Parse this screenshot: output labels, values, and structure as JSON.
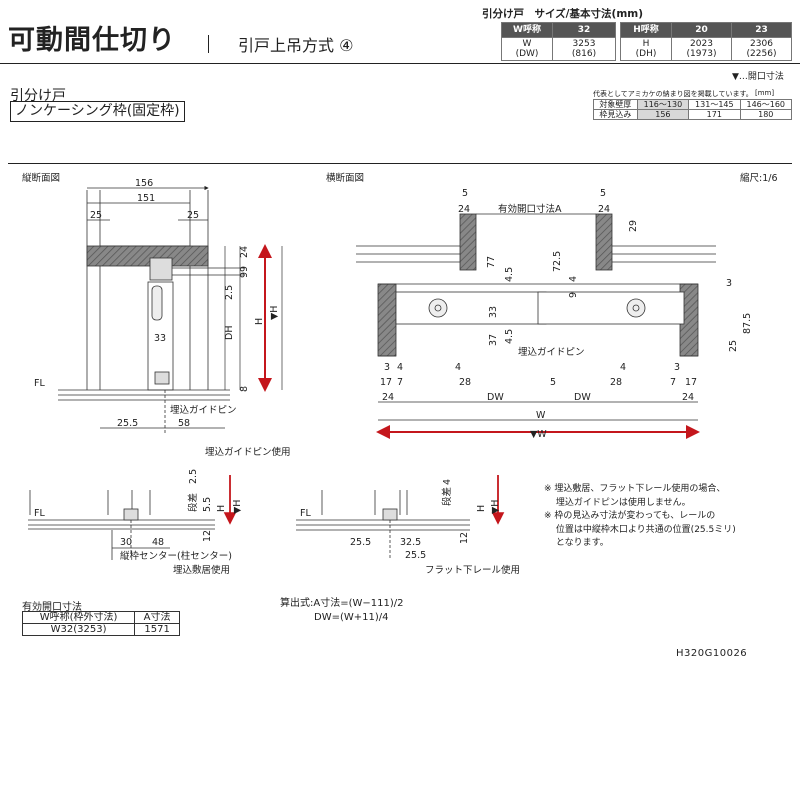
{
  "header": {
    "title": "可動間仕切り",
    "subtitle": "引戸上吊方式 ④"
  },
  "size_table": {
    "caption": "引分け戸　サイズ/基本寸法(mm)",
    "w_header": [
      "W呼称",
      "32"
    ],
    "w_row": [
      "W\n(DW)",
      "3253\n(816)"
    ],
    "h_header": [
      "H呼称",
      "20",
      "23"
    ],
    "h_row": [
      "H\n(DH)",
      "2023\n(1973)",
      "2306\n(2256)"
    ]
  },
  "legend_note": "▼…開口寸法",
  "section": {
    "type_label": "引分け戸",
    "frame_label": "ノンケーシング枠(固定枠)"
  },
  "thickness_table": {
    "note": "代表としてアミカケの納まり図を掲載しています。",
    "unit": "[mm]",
    "rows": [
      [
        "対象壁厚",
        "116～130",
        "131～145",
        "146～160"
      ],
      [
        "枠見込み",
        "156",
        "171",
        "180"
      ]
    ],
    "highlight_color": "#d8d8d8"
  },
  "drawing": {
    "vertical_label": "縦断面図",
    "horizontal_label": "横断面図",
    "scale": "縮尺:1/6",
    "accent_color": "#c4161c",
    "v_dims": {
      "w156": "156",
      "w151": "151",
      "w25a": "25",
      "w25b": "25",
      "d99": "99",
      "d24": "24",
      "d25": "2.5",
      "d33": "33",
      "d8": "8",
      "dh": "DH",
      "h": "H",
      "hv": "▼H",
      "fl": "FL",
      "b25": "25.5",
      "b58": "58",
      "pin": "埋込ガイドピン"
    },
    "h_dims": {
      "a5l": "5",
      "a24l": "24",
      "a5r": "5",
      "a24r": "24",
      "open": "有効開口寸法A",
      "d77": "77",
      "d45a": "4.5",
      "d725": "72.5",
      "d29": "29",
      "d9": "9",
      "d4": "4",
      "d33": "33",
      "d37": "37",
      "d45b": "4.5",
      "d3": "3",
      "d875": "87.5",
      "d25": "25",
      "pin": "埋込ガイドピン",
      "b3a": "3",
      "b4a": "4",
      "b17a": "17",
      "b7a": "7",
      "b28a": "28",
      "b4b": "4",
      "b28b": "28",
      "b5": "5",
      "b4c": "4",
      "b3c": "3",
      "b7c": "7",
      "b17c": "17",
      "b24a": "24",
      "b24b": "24",
      "dw1": "DW",
      "dw2": "DW",
      "w": "W",
      "wv": "▼W"
    },
    "detail1": {
      "caption": "埋込ガイドピン使用",
      "fl": "FL",
      "d25": "2.5",
      "step": "段差",
      "d55": "5.5",
      "d12": "12",
      "h": "H",
      "hv": "▼H",
      "d30": "30",
      "d48": "48",
      "center": "縦枠センター(柱センター)",
      "use": "埋込敷居使用"
    },
    "detail2": {
      "fl": "FL",
      "step": "段差",
      "d4": "4",
      "d12": "12",
      "h": "H",
      "hv": "▼H",
      "d255": "25.5",
      "d325": "32.5",
      "d255b": "25.5",
      "use": "フラット下レール使用"
    }
  },
  "notes": [
    "※ 埋込敷居、フラット下レール使用の場合、",
    "　 埋込ガイドピンは使用しません。",
    "※ 枠の見込み寸法が変わっても、レールの",
    "　 位置は中縦枠木口より共通の位置(25.5ミリ)",
    "　 となります。"
  ],
  "opening": {
    "caption": "有効開口寸法",
    "headers": [
      "W呼称(枠外寸法)",
      "A寸法"
    ],
    "rows": [
      [
        "W32(3253)",
        "1571"
      ]
    ]
  },
  "formula": {
    "line1": "算出式:A寸法=(W−111)/2",
    "line2": "DW=(W+11)/4"
  },
  "product_code": "H320G10026"
}
